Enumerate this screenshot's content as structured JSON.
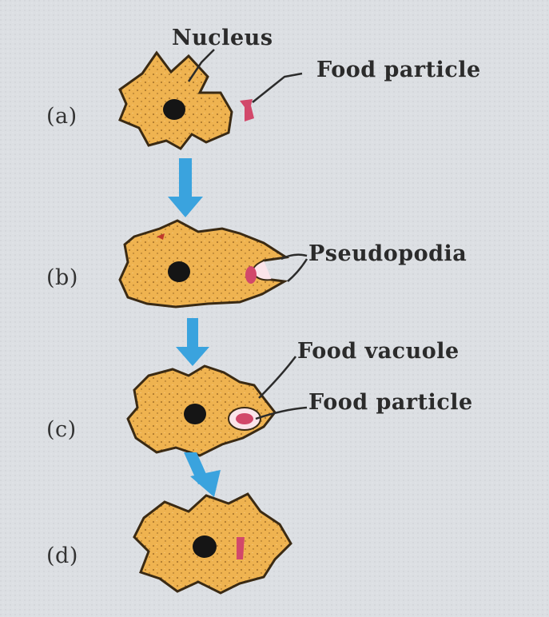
{
  "labels": {
    "nucleus": "Nucleus",
    "food_particle_a": "Food particle",
    "pseudopodia": "Pseudopodia",
    "food_vacuole": "Food vacuole",
    "food_particle_c": "Food particle"
  },
  "stages": [
    {
      "label": "(a)"
    },
    {
      "label": "(b)"
    },
    {
      "label": "(c)"
    },
    {
      "label": "(d)"
    }
  ],
  "colors": {
    "background": "#dcdfe3",
    "cell_fill": "#efb350",
    "cell_outline": "#3a2a14",
    "nucleus": "#151515",
    "food_particle": "#d2486a",
    "vacuole": "#fbe4ea",
    "arrow": "#3aa3de"
  }
}
